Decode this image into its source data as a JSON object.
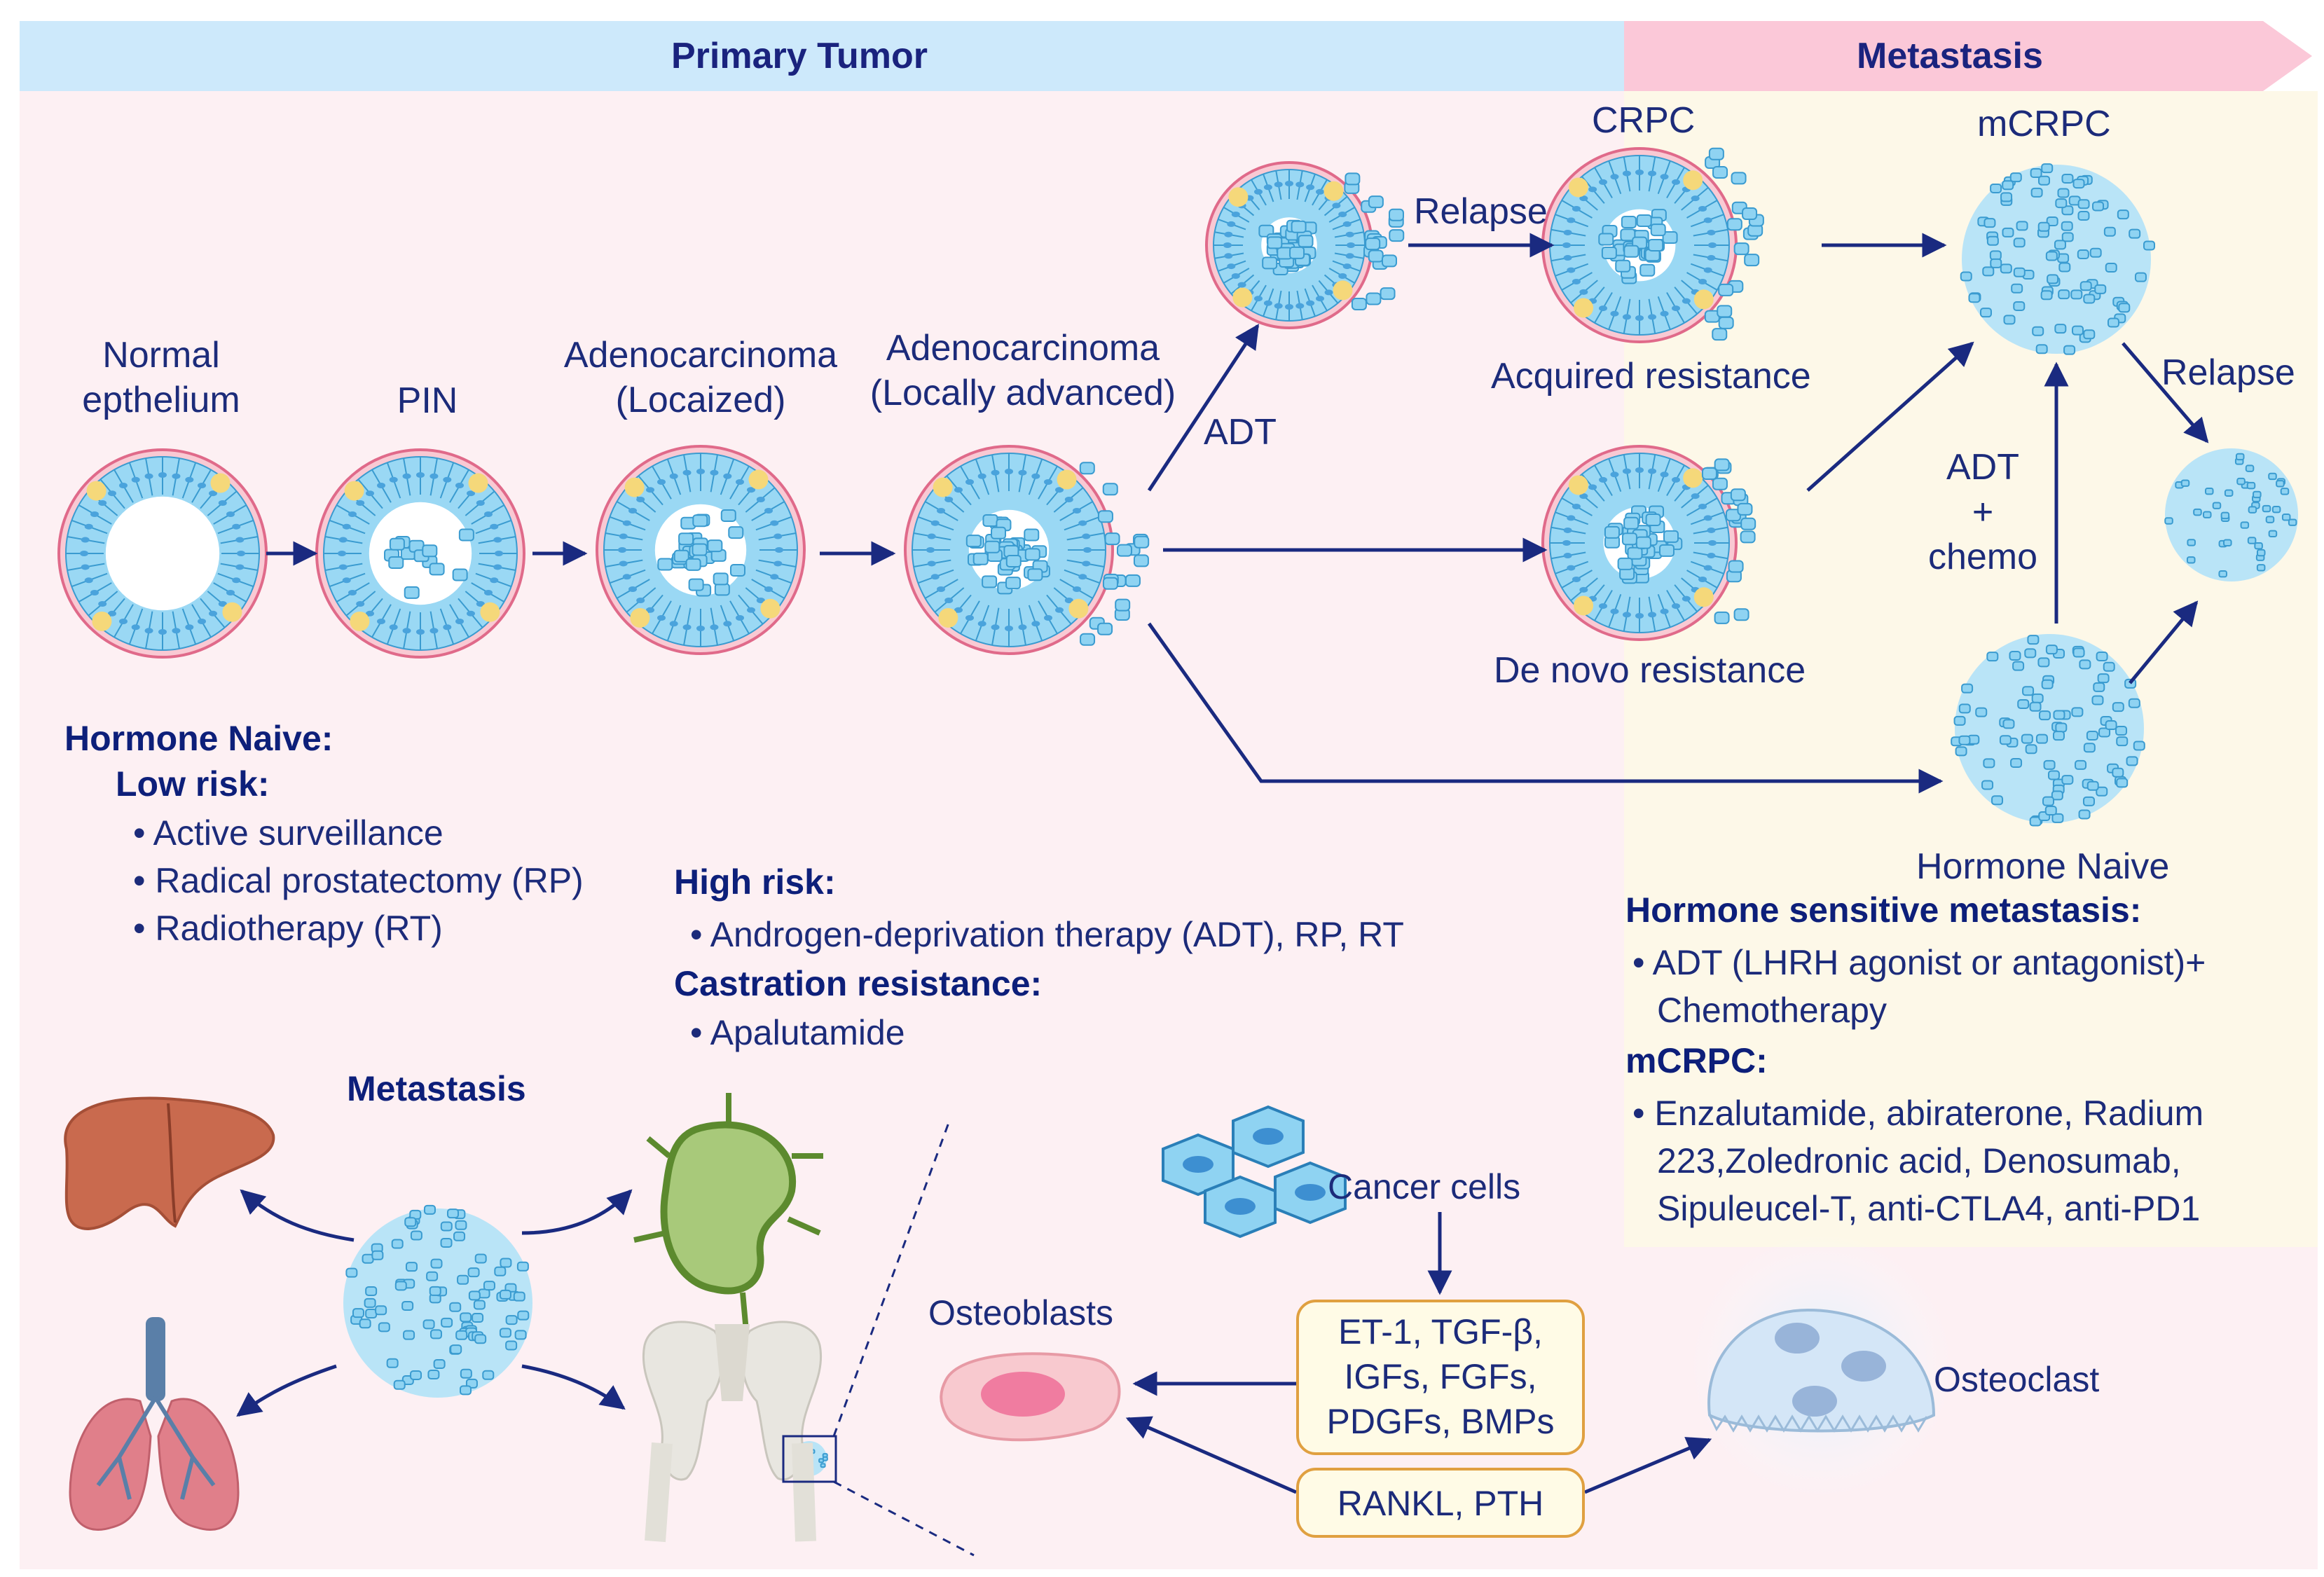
{
  "banner": {
    "primary": "Primary Tumor",
    "metastasis": "Metastasis"
  },
  "stages": {
    "normal": [
      "Normal",
      "epthelium"
    ],
    "pin": "PIN",
    "adeno_localized": [
      "Adenocarcinoma",
      "(Locaized)"
    ],
    "adeno_advanced": [
      "Adenocarcinoma",
      "(Locally advanced)"
    ],
    "adt": "ADT",
    "relapse_top": "Relapse",
    "crpc": "CRPC",
    "acquired": "Acquired resistance",
    "de_novo": "De novo resistance",
    "mcrpc": "mCRPC",
    "relapse_right": "Relapse",
    "adt_chemo": [
      "ADT",
      "+",
      "chemo"
    ],
    "hormone_naive_label": "Hormone Naive"
  },
  "treatments": {
    "hormone_naive_heading": "Hormone Naive:",
    "low_risk_heading": "Low risk:",
    "low_risk_items": [
      "Active surveillance",
      "Radical prostatectomy (RP)",
      "Radiotherapy (RT)"
    ],
    "high_risk_heading": "High risk:",
    "high_risk_items": [
      "Androgen-deprivation therapy (ADT), RP, RT"
    ],
    "castration_heading": "Castration resistance:",
    "castration_items": [
      "Apalutamide"
    ],
    "hsm_heading": "Hormone sensitive metastasis:",
    "hsm_items": [
      "ADT (LHRH agonist or antagonist)+",
      "Chemotherapy"
    ],
    "mcrpc_heading": "mCRPC:",
    "mcrpc_items": [
      "Enzalutamide, abiraterone, Radium",
      "223,Zoledronic acid, Denosumab,",
      "Sipuleucel-T, anti-CTLA4, anti-PD1"
    ]
  },
  "bone_panel": {
    "metastasis_title": "Metastasis",
    "cancer_cells": "Cancer cells",
    "osteoblasts": "Osteoblasts",
    "osteoclast": "Osteoclast",
    "factors_box": [
      "ET-1, TGF-β,",
      "IGFs, FGFs,",
      "PDGFs, BMPs"
    ],
    "rankl_box": "RANKL, PTH"
  },
  "colors": {
    "primary_banner": "#cde9fb",
    "metastasis_banner": "#fbc8d8",
    "arrow": "#1a2a80",
    "cell": "#8fd3f2",
    "cell_stroke": "#3a9bd0"
  }
}
